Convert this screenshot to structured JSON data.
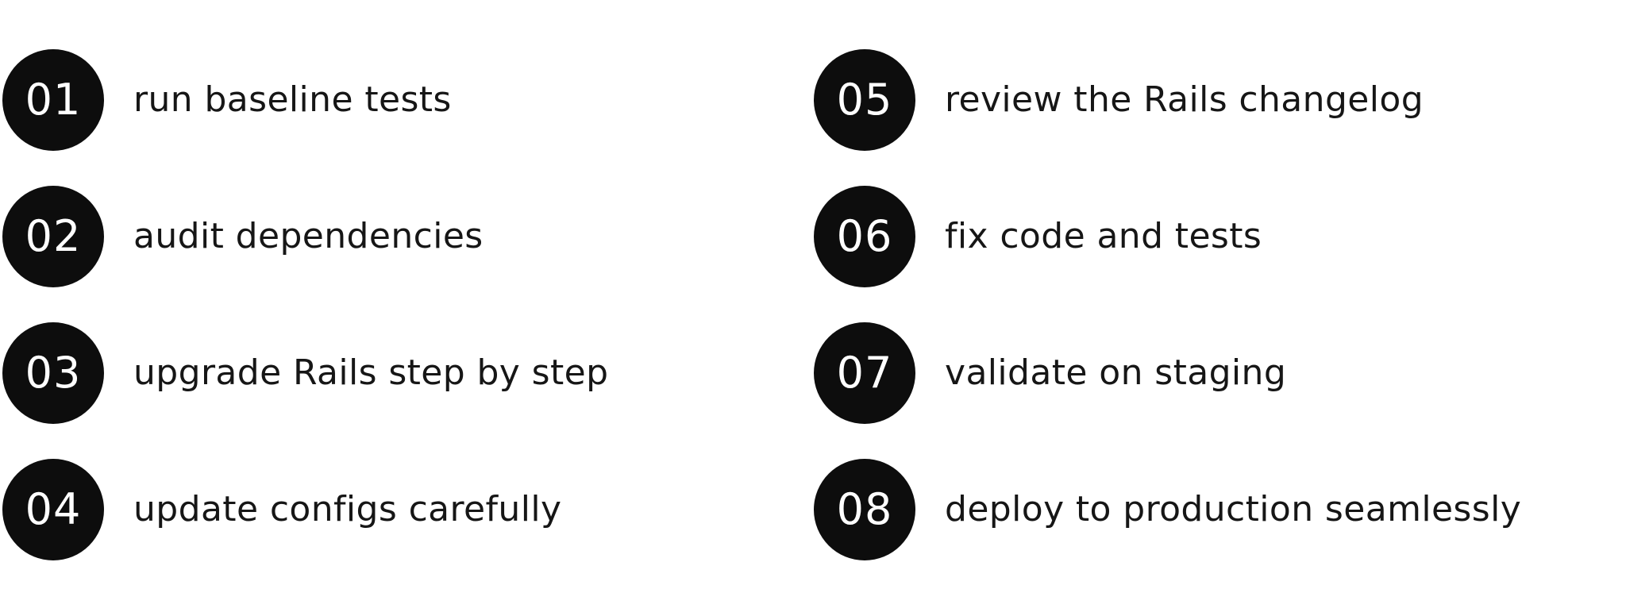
{
  "page": {
    "background_color": "#ffffff"
  },
  "colors": {
    "badge_background": "#0d0d0d",
    "badge_text": "#ffffff",
    "label_text": "#161616"
  },
  "steps": [
    {
      "number": "01",
      "label": "run baseline tests"
    },
    {
      "number": "02",
      "label": "audit dependencies"
    },
    {
      "number": "03",
      "label": "upgrade Rails step by step"
    },
    {
      "number": "04",
      "label": "update configs carefully"
    },
    {
      "number": "05",
      "label": "review the Rails changelog"
    },
    {
      "number": "06",
      "label": "fix code and tests"
    },
    {
      "number": "07",
      "label": "validate on staging"
    },
    {
      "number": "08",
      "label": "deploy to production seamlessly"
    }
  ]
}
